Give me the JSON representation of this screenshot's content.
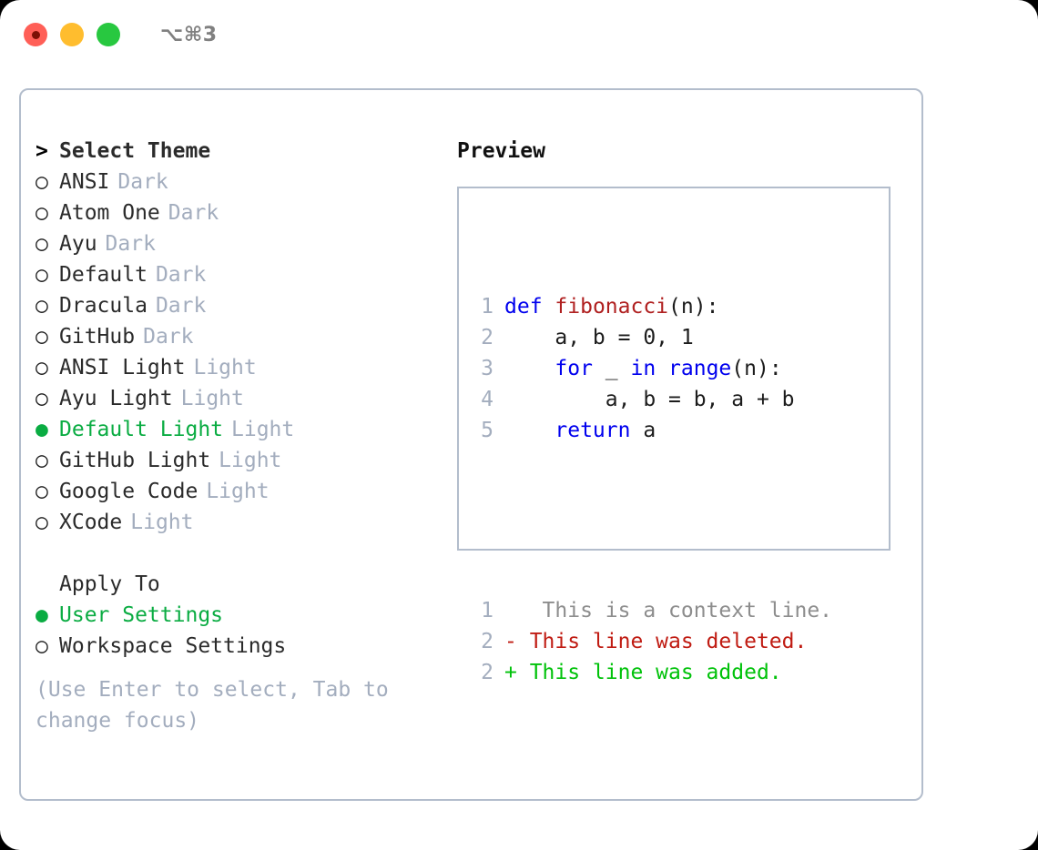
{
  "titlebar": {
    "shortcut": "⌥⌘3",
    "buttons": [
      "close",
      "minimize",
      "maximize"
    ]
  },
  "theme_picker": {
    "header": "Select Theme",
    "header_marker": ">",
    "marker_selected": "●",
    "marker_unselected": "○",
    "items": [
      {
        "label": "ANSI",
        "tag": "Dark",
        "selected": false
      },
      {
        "label": "Atom One",
        "tag": "Dark",
        "selected": false
      },
      {
        "label": "Ayu",
        "tag": "Dark",
        "selected": false
      },
      {
        "label": "Default",
        "tag": "Dark",
        "selected": false
      },
      {
        "label": "Dracula",
        "tag": "Dark",
        "selected": false
      },
      {
        "label": "GitHub",
        "tag": "Dark",
        "selected": false
      },
      {
        "label": "ANSI Light",
        "tag": "Light",
        "selected": false
      },
      {
        "label": "Ayu Light",
        "tag": "Light",
        "selected": false
      },
      {
        "label": "Default Light",
        "tag": "Light",
        "selected": true
      },
      {
        "label": "GitHub Light",
        "tag": "Light",
        "selected": false
      },
      {
        "label": "Google Code",
        "tag": "Light",
        "selected": false
      },
      {
        "label": "XCode",
        "tag": "Light",
        "selected": false
      }
    ]
  },
  "apply_to": {
    "header": "Apply To",
    "items": [
      {
        "label": "User Settings",
        "selected": true
      },
      {
        "label": "Workspace Settings",
        "selected": false
      }
    ]
  },
  "hint": "(Use Enter to select, Tab to change focus)",
  "preview": {
    "title": "Preview",
    "code_lines": [
      {
        "no": "1",
        "tokens": [
          {
            "t": "def",
            "c": "kw"
          },
          {
            "t": " ",
            "c": "pl"
          },
          {
            "t": "fibonacci",
            "c": "fn"
          },
          {
            "t": "(n):",
            "c": "pl"
          }
        ]
      },
      {
        "no": "2",
        "tokens": [
          {
            "t": "    a, b = 0, 1",
            "c": "pl"
          }
        ]
      },
      {
        "no": "3",
        "tokens": [
          {
            "t": "    ",
            "c": "pl"
          },
          {
            "t": "for",
            "c": "kw"
          },
          {
            "t": " _ ",
            "c": "pl"
          },
          {
            "t": "in",
            "c": "kw"
          },
          {
            "t": " ",
            "c": "pl"
          },
          {
            "t": "range",
            "c": "kw"
          },
          {
            "t": "(n):",
            "c": "pl"
          }
        ]
      },
      {
        "no": "4",
        "tokens": [
          {
            "t": "        a, b = b, a + b",
            "c": "pl"
          }
        ]
      },
      {
        "no": "5",
        "tokens": [
          {
            "t": "    ",
            "c": "pl"
          },
          {
            "t": "return",
            "c": "kw"
          },
          {
            "t": " a",
            "c": "pl"
          }
        ]
      }
    ],
    "diff_lines": [
      {
        "no": "1",
        "marker": " ",
        "text": "  This is a context line.",
        "kind": "context"
      },
      {
        "no": "2",
        "marker": "-",
        "text": " This line was deleted.",
        "kind": "deleted"
      },
      {
        "no": "2",
        "marker": "+",
        "text": " This line was added.",
        "kind": "added"
      }
    ]
  },
  "colors": {
    "accent_green": "#0aac42",
    "muted": "#a3adbe",
    "keyword_blue": "#0000ee",
    "function_red": "#b02020",
    "diff_deleted": "#c01c13",
    "diff_added": "#00c20a",
    "border": "#b3bdcc"
  }
}
